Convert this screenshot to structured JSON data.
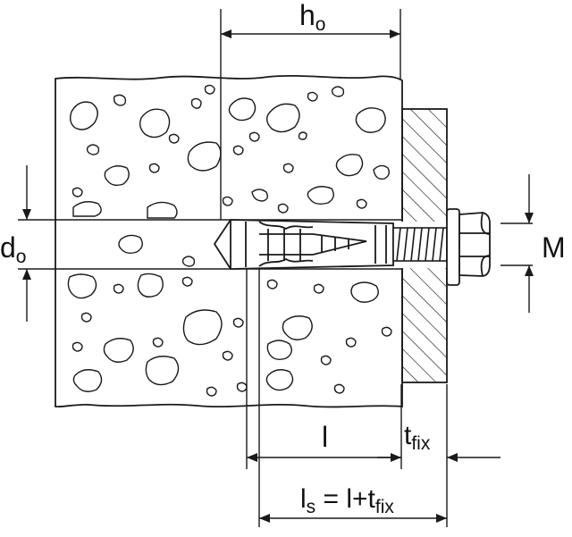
{
  "labels": {
    "h0": {
      "main": "h",
      "sub": "o"
    },
    "d0": {
      "main": "d",
      "sub": "o"
    },
    "M": "M",
    "l": "l",
    "tfix": {
      "main": "t",
      "sub": "fix"
    },
    "ls": {
      "main": "l",
      "sub": "s",
      "eq": " = l+t",
      "sub2": "fix"
    }
  },
  "colors": {
    "line": "#1a1a1a",
    "fill": "#ffffff"
  }
}
